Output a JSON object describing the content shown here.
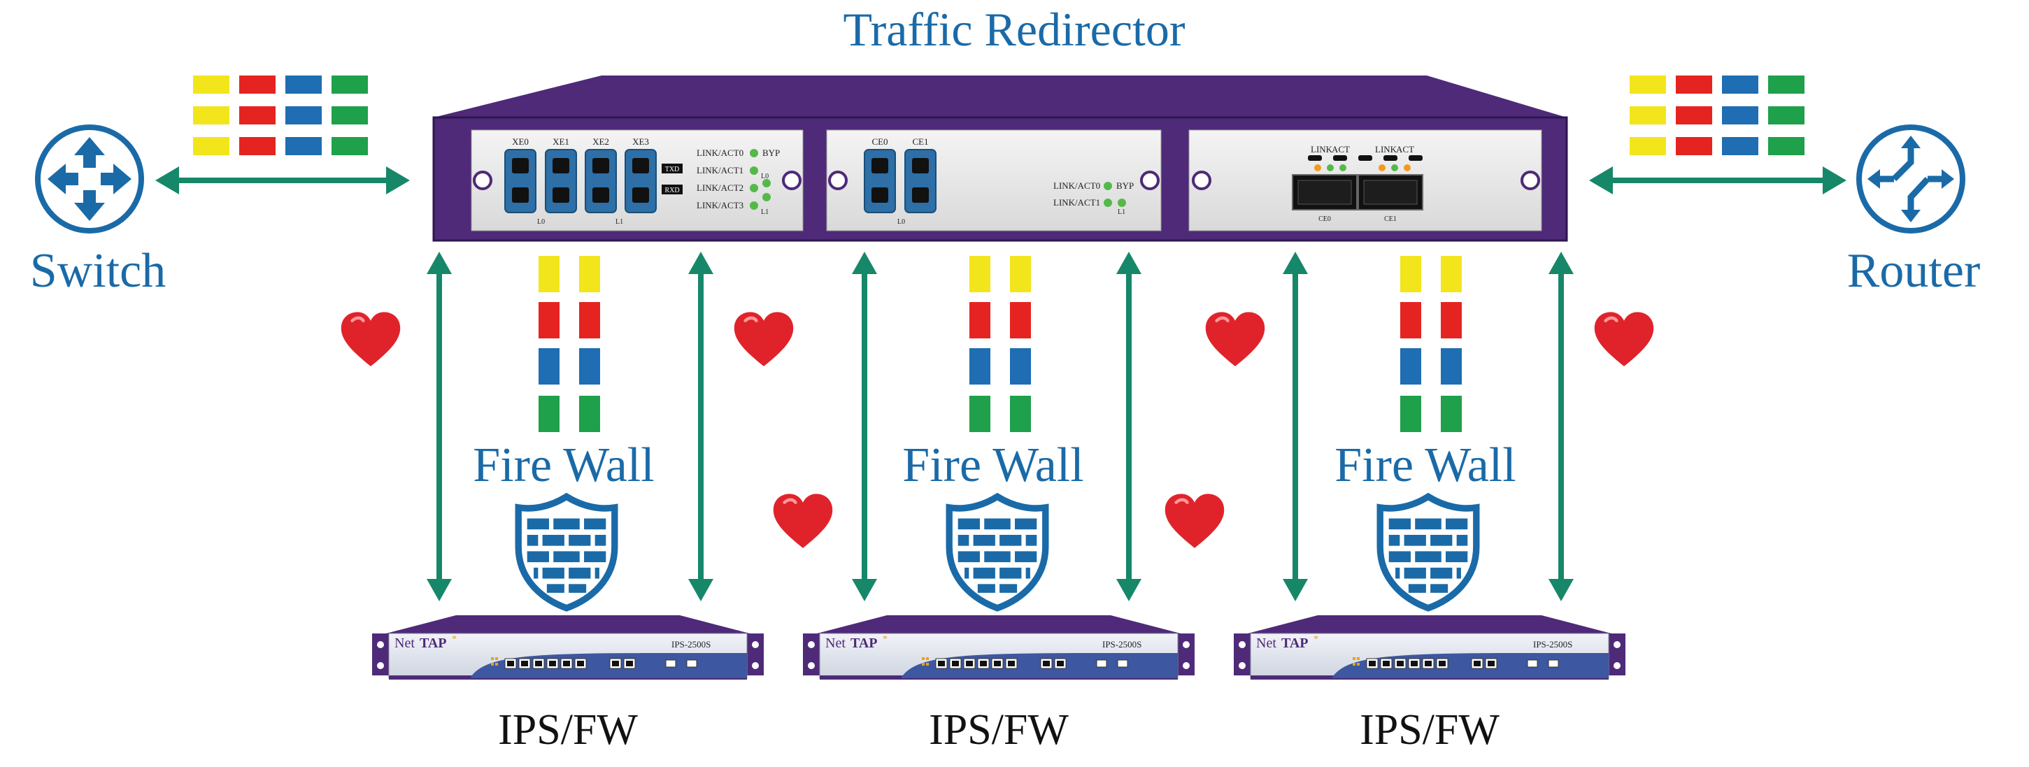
{
  "title": "Traffic Redirector",
  "switch_label": "Switch",
  "router_label": "Router",
  "firewall_label": "Fire Wall",
  "ips_label": "IPS/FW",
  "colors": {
    "accent_blue": "#1a6aa8",
    "purple_chassis": "#4e2a78",
    "arrow_green": "#17876a",
    "packet_yellow": "#f2e51b",
    "packet_red": "#e52421",
    "packet_blue": "#1f6db3",
    "packet_green": "#1fa04a",
    "heart_red": "#e0232b"
  },
  "redirector": {
    "module1": {
      "ports": [
        "XE0",
        "XE1",
        "XE2",
        "XE3"
      ],
      "txd": "TXD",
      "rxd": "RXD",
      "leds": [
        "LINK/ACT0",
        "LINK/ACT1",
        "LINK/ACT2",
        "LINK/ACT3"
      ],
      "byp": "BYP",
      "l0": "L0",
      "l1": "L1"
    },
    "module2": {
      "ports": [
        "CE0",
        "CE1"
      ],
      "leds": [
        "LINK/ACT0",
        "LINK/ACT1"
      ],
      "byp": "BYP",
      "l0": "L0",
      "l1": "L1"
    },
    "module3": {
      "link_act": [
        "LINK",
        "ACT",
        "LINK",
        "ACT"
      ],
      "ports": [
        "CE0",
        "CE1"
      ]
    }
  },
  "appliance": {
    "brand_net": "Net",
    "brand_tap": "TAP",
    "brand_mark": "*",
    "model": "IPS-2500S"
  }
}
